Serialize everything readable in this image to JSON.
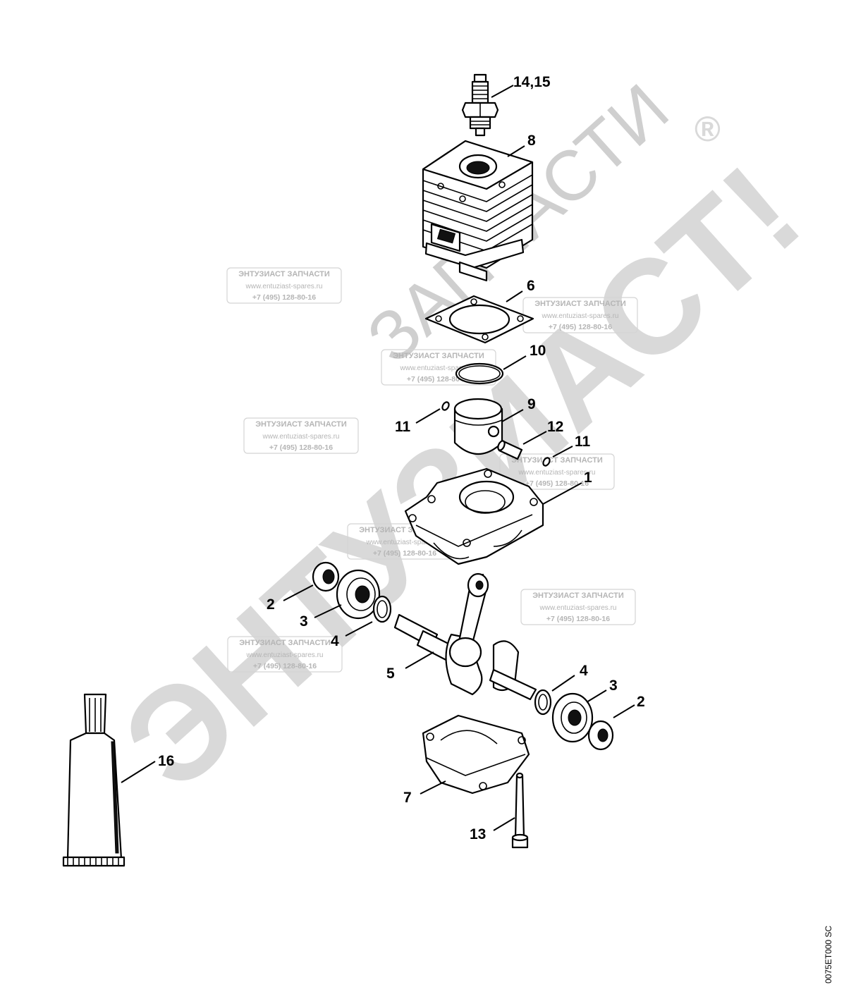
{
  "watermark": {
    "main_text": "ЭНТУЗИАСТ!",
    "sub_text": "ЗАПЧАСТИ",
    "registered_mark": "®",
    "stamp": {
      "line1": "ЭНТУЗИАСТ ЗАПЧАСТИ",
      "line2": "www.entuziast-spares.ru",
      "line3": "+7 (495) 128-80-16"
    }
  },
  "callouts": {
    "c14_15": "14,15",
    "c8": "8",
    "c6": "6",
    "c10": "10",
    "c9": "9",
    "c11a": "11",
    "c12": "12",
    "c11b": "11",
    "c1": "1",
    "c2a": "2",
    "c3a": "3",
    "c4a": "4",
    "c5": "5",
    "c4b": "4",
    "c3b": "3",
    "c2b": "2",
    "c16": "16",
    "c7": "7",
    "c13": "13"
  },
  "doc_id": "0075ET000 SC"
}
